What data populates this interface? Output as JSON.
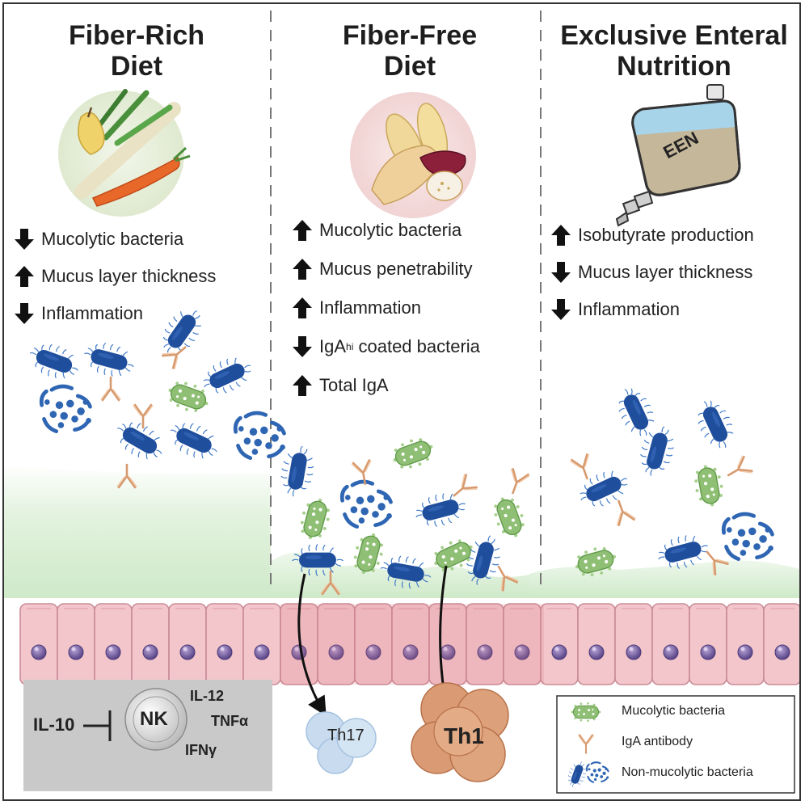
{
  "columns": [
    {
      "title": "Fiber-Rich\nDiet",
      "bullets": [
        {
          "dir": "down",
          "text": "Mucolytic bacteria"
        },
        {
          "dir": "up",
          "text": "Mucus layer thickness"
        },
        {
          "dir": "down",
          "text": "Inflammation"
        }
      ]
    },
    {
      "title": "Fiber-Free\nDiet",
      "bullets": [
        {
          "dir": "up",
          "text": "Mucolytic bacteria"
        },
        {
          "dir": "up",
          "text": "Mucus penetrability"
        },
        {
          "dir": "up",
          "text": "Inflammation"
        },
        {
          "dir": "down",
          "text": "IgA",
          "sup": "hi",
          "rest": " coated bacteria"
        },
        {
          "dir": "up",
          "text": "Total IgA"
        }
      ]
    },
    {
      "title": "Exclusive Enteral\nNutrition",
      "bullets": [
        {
          "dir": "up",
          "text": "Isobutyrate production"
        },
        {
          "dir": "down",
          "text": "Mucus layer thickness"
        },
        {
          "dir": "down",
          "text": "Inflammation"
        }
      ]
    }
  ],
  "een_label": "EEN",
  "nk_box": {
    "il10": "IL-10",
    "nk": "NK",
    "il12": "IL-12",
    "tnfa": "TNFα",
    "ifng": "IFNγ"
  },
  "cells": {
    "th17": "Th17",
    "th1": "Th1"
  },
  "legend": [
    {
      "icon": "mucolytic-bacteria",
      "text": "Mucolytic bacteria"
    },
    {
      "icon": "iga-antibody",
      "text": "IgA antibody"
    },
    {
      "icon": "non-mucolytic-bacteria",
      "text": "Non-mucolytic bacteria"
    }
  ],
  "colors": {
    "blue_bacteria": "#1f4e9c",
    "green_bacteria": "#8fbf74",
    "mucus": "#d9efd5",
    "epithelium": "#f3c6cc",
    "nucleus": "#7a5ea8",
    "th17": "#c9dcef",
    "th1": "#d99a74",
    "antibody": "#d9a07a"
  }
}
